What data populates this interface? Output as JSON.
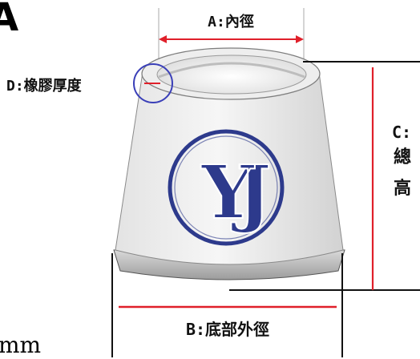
{
  "corner_title": "A",
  "corner_unit": "mm",
  "labels": {
    "inner_diameter": "A:內徑",
    "bottom_outer_diameter": "B:底部外徑",
    "total_height_prefix": "C:",
    "total_height_chars": [
      "總",
      "高"
    ],
    "rubber_thickness": "D:橡膠厚度"
  },
  "logo": {
    "text": "YJ"
  },
  "colors": {
    "dimension_red": "#e0202a",
    "callout_blue": "#3a3fb8",
    "logo_navy": "#2d3a8c",
    "rubber_light": "#f2f2f2",
    "rubber_shade": "#a9a9a9",
    "outline": "#111111"
  }
}
